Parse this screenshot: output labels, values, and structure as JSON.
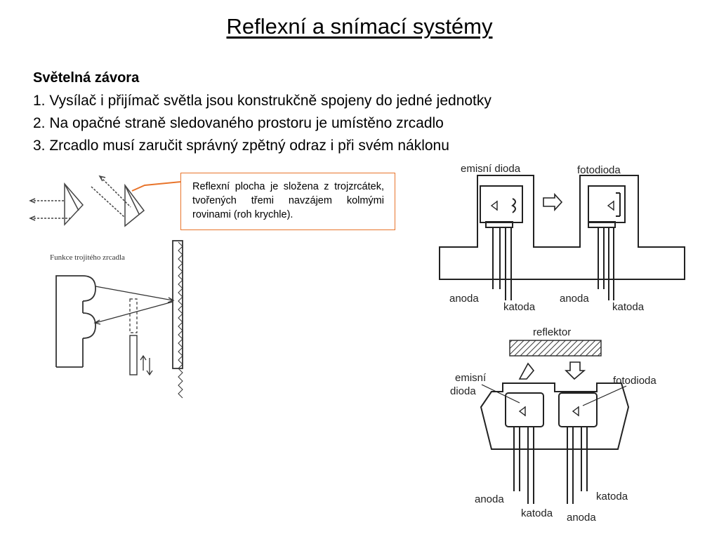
{
  "slide": {
    "title": "Reflexní a snímací systémy",
    "heading": "Světelná závora",
    "points": [
      "1. Vysílač i přijímač světla jsou konstrukčně spojeny do jedné jednotky",
      "2. Na opačné straně sledovaného prostoru je umístěno zrcadlo",
      "3. Zrcadlo musí zaručit správný zpětný odraz i při svém náklonu"
    ],
    "callout": "Reflexní plocha je složena z trojzrcátek, tvořených třemi navzájem kolmými rovinami (roh krychle)."
  },
  "figure_left": {
    "caption": "Funkce trojitého zrcadla"
  },
  "figure_right": {
    "emitter": "emisní dioda",
    "photodiode": "fotodioda",
    "anode_1": "anoda",
    "cathode_1": "katoda",
    "anode_2": "anoda",
    "cathode_2": "katoda",
    "reflector": "reflektor",
    "emitter_2a": "emisní",
    "emitter_2b": "dioda",
    "photodiode_2": "fotodioda",
    "anode_3": "anoda",
    "cathode_3": "katoda",
    "cathode_4": "katoda",
    "anode_4": "anoda"
  },
  "colors": {
    "accent": "#e8742b",
    "ink": "#222222"
  }
}
